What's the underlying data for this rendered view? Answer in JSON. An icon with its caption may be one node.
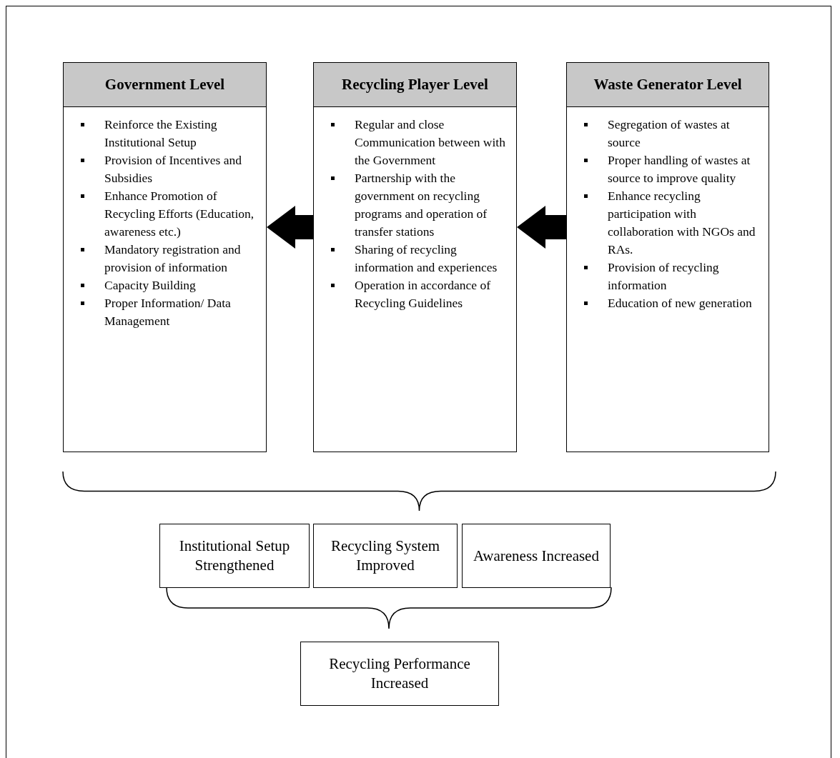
{
  "diagram": {
    "nodes": [
      {
        "text": [
          "Government Level",
          "Reinforce the Existing Institutional Setup",
          "Provision of Incentives and Subsidies",
          "Enhance Promotion of Recycling Efforts (Education, awareness etc.)",
          "Mandatory registration and provision of information",
          "Capacity Building",
          "Proper Information/ Data Management"
        ]
      },
      {
        "text": [
          "Recycling Player Level",
          "Regular and close Communication between with the Government",
          "Partnership with the government on recycling programs and operation of  transfer stations",
          "Sharing of recycling information and experiences",
          "Operation in accordance of Recycling Guidelines"
        ]
      },
      {
        "text": [
          "Waste Generator Level",
          "Segregation of wastes at source",
          "Proper handling of wastes at source to improve quality",
          "Enhance recycling participation with collaboration with NGOs and RAs.",
          "Provision of recycling information",
          "Education of new generation"
        ]
      },
      {
        "text": [
          "Institutional Setup Strengthened"
        ]
      },
      {
        "text": [
          "Recycling System Improved"
        ]
      },
      {
        "text": [
          "Awareness Increased"
        ]
      },
      {
        "text": [
          "Recycling Performance Increased"
        ]
      }
    ],
    "edges": [
      {
        "from": 1,
        "to": 0,
        "arrow": "to"
      },
      {
        "from": 2,
        "to": 1,
        "arrow": "to"
      }
    ]
  }
}
